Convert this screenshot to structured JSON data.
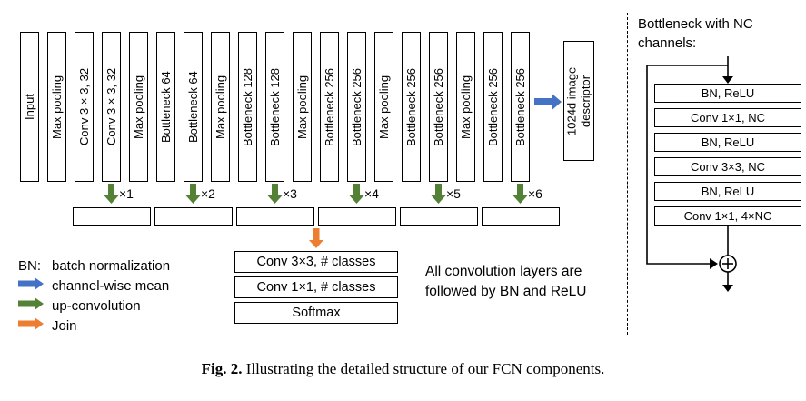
{
  "figure": {
    "backbone": {
      "layers": [
        "Input",
        "Max pooling",
        "Conv 3×3, 32",
        "Conv 3×3, 32",
        "Max pooling",
        "Bottleneck 64",
        "Bottleneck 64",
        "Max pooling",
        "Bottleneck 128",
        "Bottleneck 128",
        "Max pooling",
        "Bottleneck 256",
        "Bottleneck 256",
        "Max pooling",
        "Bottleneck 256",
        "Bottleneck 256",
        "Max pooling",
        "Bottleneck 256",
        "Bottleneck 256"
      ],
      "descriptor_label": "1024d image descriptor"
    },
    "upconv_labels": [
      "×1",
      "×2",
      "×3",
      "×4",
      "×5",
      "×6"
    ],
    "head_layers": [
      "Conv 3×3, # classes",
      "Conv 1×1, # classes",
      "Softmax"
    ],
    "legend": {
      "bn_term": "BN:",
      "bn_desc": "batch normalization",
      "blue_arrow": "channel-wise mean",
      "green_arrow": "up-convolution",
      "orange_arrow": "Join"
    },
    "note": "All convolution layers are followed by BN and ReLU",
    "bottleneck_panel": {
      "title": "Bottleneck with NC channels:",
      "layers": [
        "BN, ReLU",
        "Conv 1×1, NC",
        "BN, ReLU",
        "Conv 3×3, NC",
        "BN, ReLU",
        "Conv 1×1, 4×NC"
      ]
    },
    "colors": {
      "blue": "#4472c4",
      "green": "#538135",
      "orange": "#ed7d31",
      "line": "#000000"
    }
  },
  "caption": {
    "label": "Fig. 2.",
    "text": "Illustrating the detailed structure of our FCN components."
  }
}
